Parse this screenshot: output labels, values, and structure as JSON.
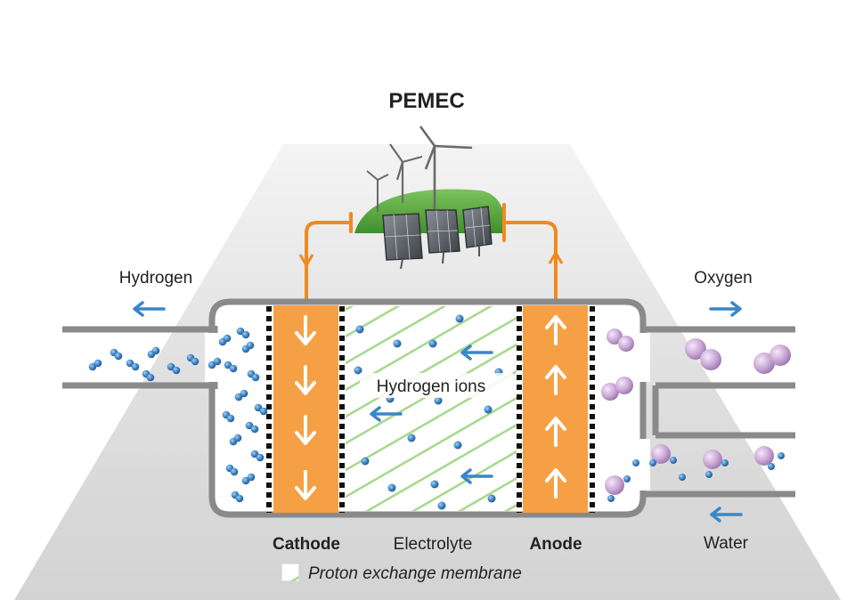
{
  "title": "PEMEC",
  "labels": {
    "hydrogen": "Hydrogen",
    "oxygen": "Oxygen",
    "water": "Water",
    "hydrogen_ions": "Hydrogen ions",
    "cathode": "Cathode",
    "electrolyte": "Electrolyte",
    "anode": "Anode",
    "legend": "Proton exchange membrane"
  },
  "icons": {
    "power_source": "wind-turbines-and-solar-panels-icon",
    "flow_arrow": "arrow-icon",
    "hydrogen_molecule": "hydrogen-molecule-icon",
    "oxygen_molecule": "oxygen-molecule-icon",
    "water_molecule": "water-molecule-icon"
  },
  "colors": {
    "electrode": "#f6a045",
    "circuit": "#f08a1f",
    "membrane_stripe": "#a8d98e",
    "arrow": "#3b86c6",
    "hydrogen_atom": "#3a7fbf",
    "oxygen_atom": "#c9a6d6",
    "vessel": "#8a8a8a",
    "background_ramp": "#dcdcdc"
  }
}
